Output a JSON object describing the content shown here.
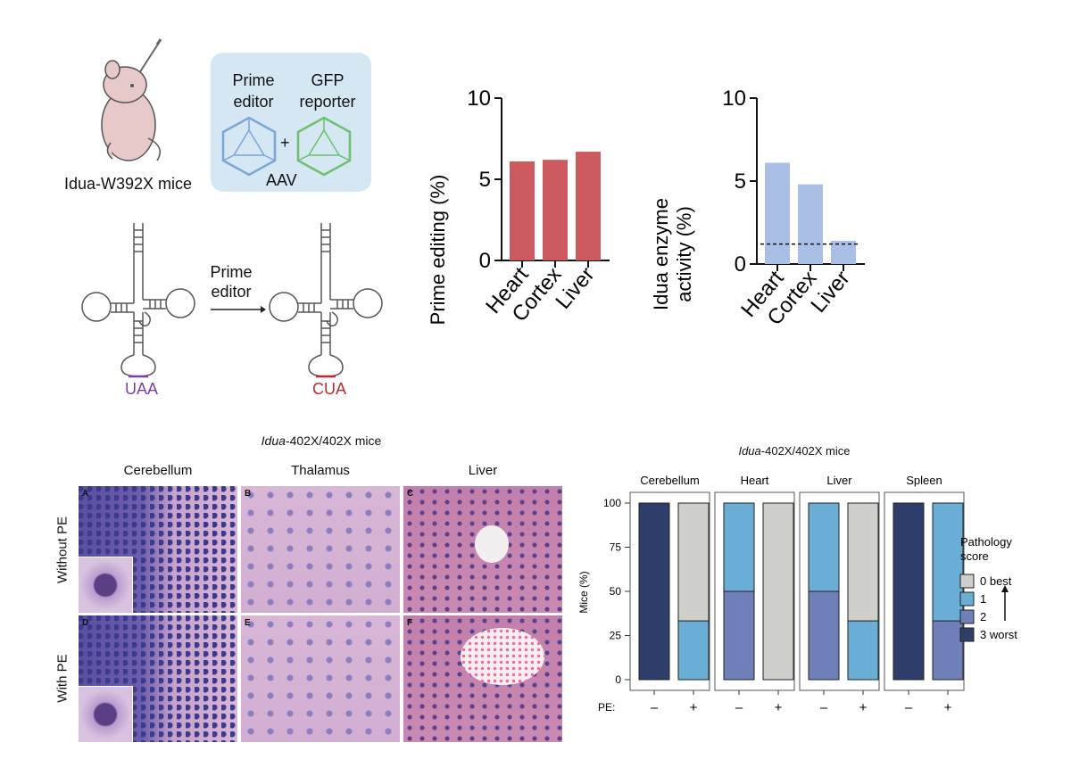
{
  "schematic": {
    "mouse_label": "Idua-W392X mice",
    "aav": {
      "prime_line1": "Prime",
      "prime_line2": "editor",
      "gfp_line1": "GFP",
      "gfp_line2": "reporter",
      "plus": "+",
      "label": "AAV"
    },
    "trna": {
      "arrow_line1": "Prime",
      "arrow_line2": "editor",
      "before_codon": "UAA",
      "after_codon": "CUA"
    },
    "colors": {
      "aav_box": "#d4e7f2",
      "prime_capsid": "#7aa6d8",
      "gfp_capsid": "#6cc070",
      "codon_before": "#7a3fa0",
      "codon_after": "#c0282f"
    }
  },
  "chart_data": [
    {
      "type": "bar",
      "categories": [
        "Heart",
        "Cortex",
        "Liver"
      ],
      "values": [
        6.1,
        6.2,
        6.7
      ],
      "ylabel": "Prime editing (%)",
      "ylim": [
        0,
        10
      ],
      "yticks": [
        "0",
        "5",
        "10"
      ],
      "color": "#cc5a5e"
    },
    {
      "type": "bar",
      "categories": [
        "Heart",
        "Cortex",
        "Liver"
      ],
      "values": [
        6.1,
        4.8,
        1.4
      ],
      "ylabel_line1": "Idua enzyme",
      "ylabel_line2": "activity (%)",
      "ylim": [
        0,
        10
      ],
      "yticks": [
        "0",
        "5",
        "10"
      ],
      "reference_line": 1.2,
      "color": "#a9bfe6"
    },
    {
      "type": "bar",
      "stacked": true,
      "title_italic": "Idua",
      "title_rest": "-402X/402X mice",
      "ylabel": "Mice (%)",
      "ylim": [
        0,
        100
      ],
      "yticks": [
        "0",
        "25",
        "50",
        "75",
        "100"
      ],
      "x_label": "PE:",
      "categories": [
        "–",
        "+"
      ],
      "facets": [
        {
          "name": "Cerebellum",
          "bars": [
            {
              "3": 100
            },
            {
              "1": 33.3,
              "0": 66.7
            }
          ]
        },
        {
          "name": "Heart",
          "bars": [
            {
              "2": 50,
              "1": 50
            },
            {
              "0": 100
            }
          ]
        },
        {
          "name": "Liver",
          "bars": [
            {
              "2": 50,
              "1": 50
            },
            {
              "1": 33.3,
              "0": 66.7
            }
          ]
        },
        {
          "name": "Spleen",
          "bars": [
            {
              "3": 100
            },
            {
              "2": 33.3,
              "1": 66.7
            }
          ]
        }
      ],
      "legend": {
        "title_line1": "Pathology",
        "title_line2": "score",
        "entries": [
          {
            "key": "0",
            "label": "0  best",
            "color": "#cfcfcb"
          },
          {
            "key": "1",
            "label": "1",
            "color": "#6aaed6"
          },
          {
            "key": "2",
            "label": "2",
            "color": "#6f7fb8"
          },
          {
            "key": "3",
            "label": "3  worst",
            "color": "#2f3d6b"
          }
        ]
      }
    }
  ],
  "histology": {
    "title_italic": "Idua",
    "title_rest": "-402X/402X mice",
    "columns": [
      "Cerebellum",
      "Thalamus",
      "Liver"
    ],
    "rows": [
      "Without PE",
      "With PE"
    ],
    "panel_letters": [
      "A",
      "B",
      "C",
      "D",
      "E",
      "F"
    ]
  }
}
